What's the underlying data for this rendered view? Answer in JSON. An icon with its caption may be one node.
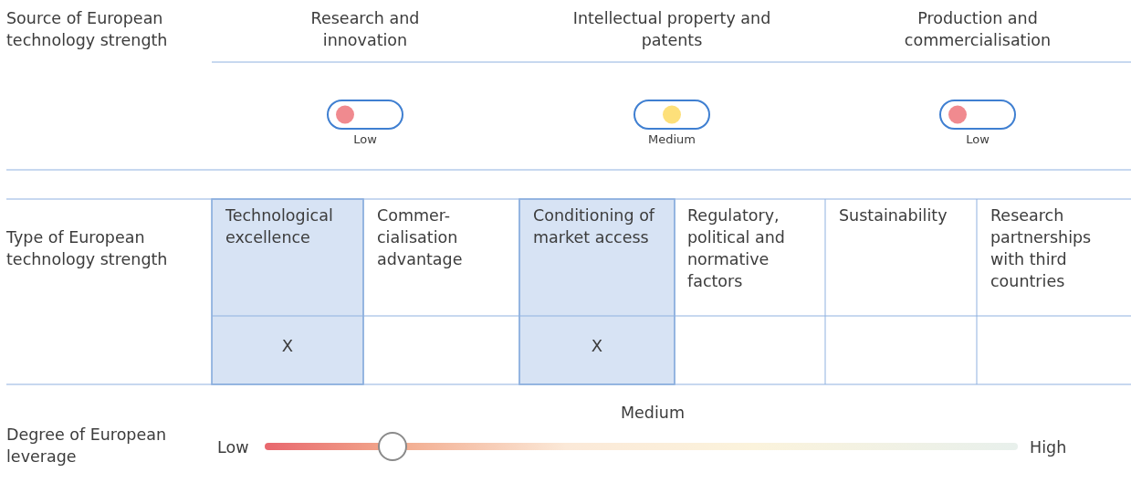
{
  "diagram": {
    "labels": [
      "Source of European technology strength",
      "Research and innovation",
      "Intellectual property and patents",
      "Production and commercialisation",
      "Low",
      "Medium",
      "Low",
      "Type of European technology strength",
      "Technological excellence",
      "Commer-cialisation advantage",
      "Conditioning of market access",
      "Regulatory, political and normative factors",
      "Sustainability",
      "Research partnerships with third countries",
      "X",
      "X",
      "Degree of European leverage",
      "Medium",
      "Low",
      "High"
    ]
  }
}
